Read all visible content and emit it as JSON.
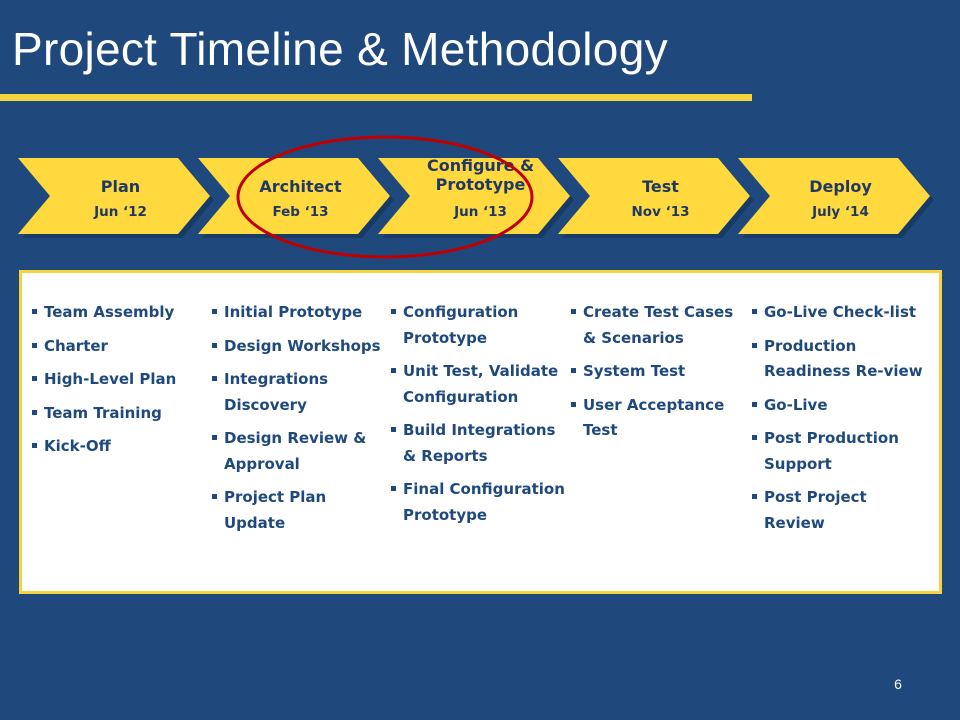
{
  "title": "Project Timeline & Methodology",
  "page_number": "6",
  "colors": {
    "background": "#1F497D",
    "accent": "#F5D33C",
    "phase_fill": "#FFD93D",
    "phase_text": "#1F3864",
    "highlight_ring": "#C00000",
    "panel": "#FFFFFF"
  },
  "phases": [
    {
      "label": "Plan",
      "date": "Jun ‘12"
    },
    {
      "label": "Architect",
      "date": "Feb ‘13"
    },
    {
      "label": "Configure & Prototype",
      "date": "Jun ‘13"
    },
    {
      "label": "Test",
      "date": "Nov ‘13"
    },
    {
      "label": "Deploy",
      "date": "July ‘14"
    }
  ],
  "columns": [
    [
      "Team Assembly",
      "Charter",
      "High-Level Plan",
      "Team Training",
      "Kick-Off"
    ],
    [
      "Initial Prototype",
      "Design Workshops",
      "Integrations Discovery",
      "Design Review & Approval",
      "Project Plan Update"
    ],
    [
      "Configuration Prototype",
      "Unit Test, Validate Configuration",
      "Build Integrations & Reports",
      "Final Configuration Prototype"
    ],
    [
      "Create Test Cases & Scenarios",
      "System Test",
      "User Acceptance Test"
    ],
    [
      "Go-Live Check-list",
      "Production Readiness Re-view",
      "Go-Live",
      "Post Production Support",
      "Post Project Review"
    ]
  ]
}
